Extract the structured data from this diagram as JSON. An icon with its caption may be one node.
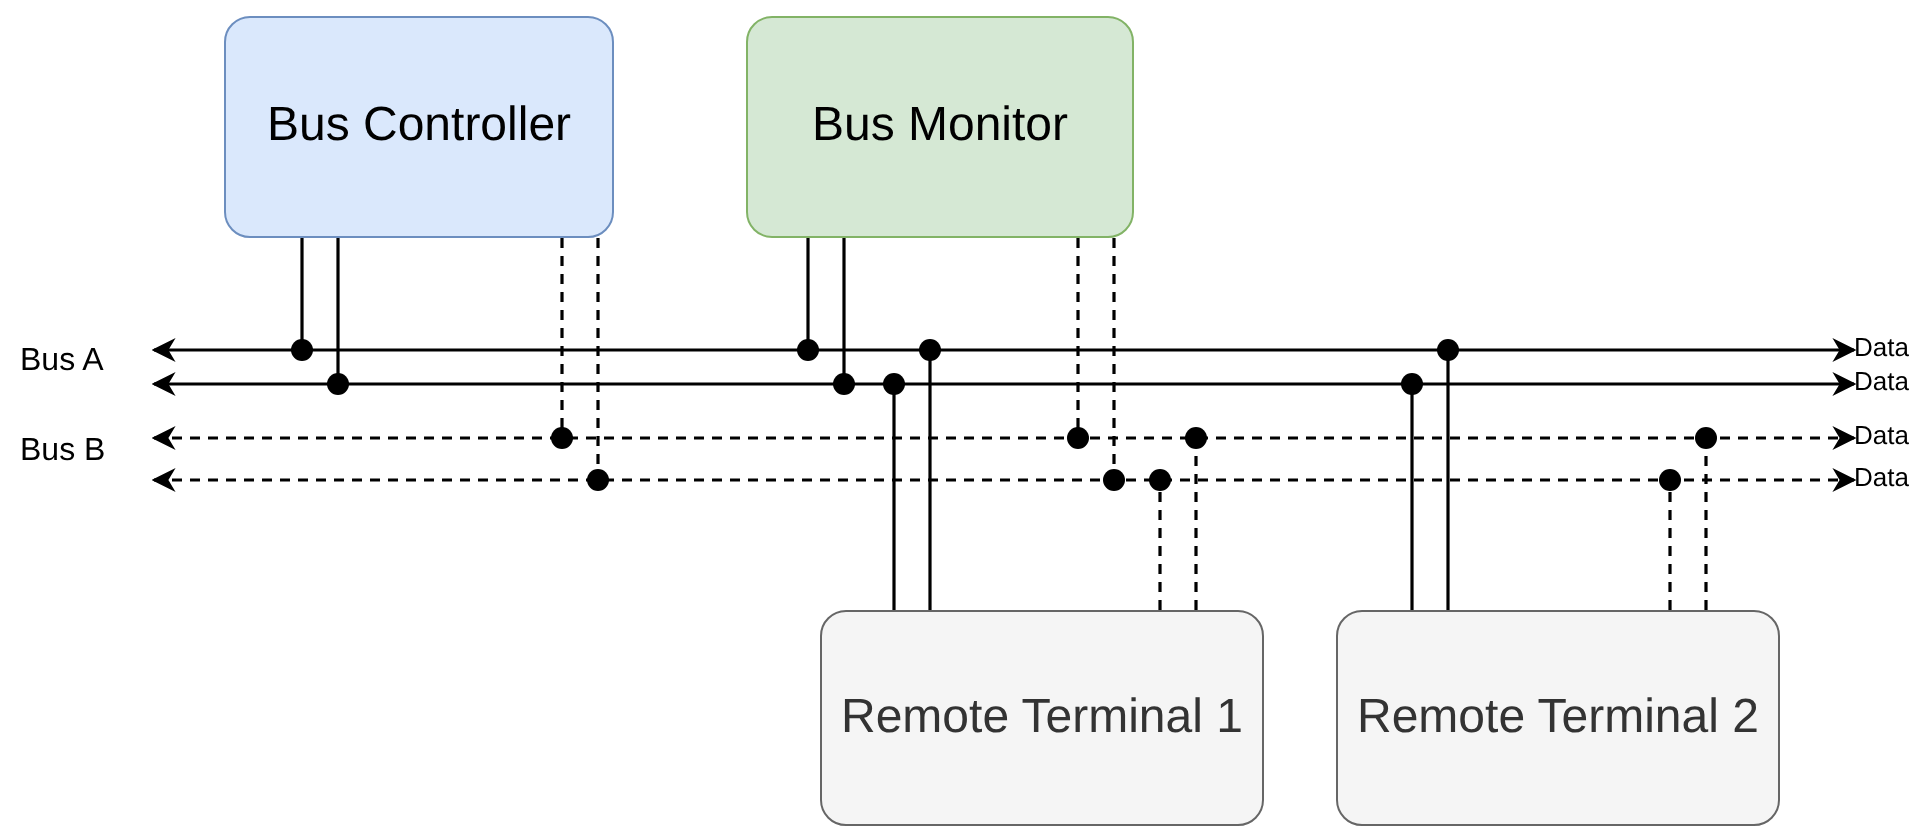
{
  "diagram": {
    "nodes": [
      {
        "text": [
          "Bus Controller"
        ]
      },
      {
        "text": [
          "Bus Monitor"
        ]
      },
      {
        "text": [],
        "shape": "bar",
        "beside": [
          "Data"
        ]
      },
      {
        "text": [],
        "shape": "bar",
        "beside": [
          "Data"
        ]
      },
      {
        "text": [],
        "shape": "bar",
        "beside": [
          "Data"
        ]
      },
      {
        "text": [],
        "shape": "bar",
        "beside": [
          "Data"
        ]
      },
      {
        "text": [
          "Remote Terminal 1"
        ]
      },
      {
        "text": [
          "Remote Terminal 2"
        ]
      }
    ],
    "edges": [
      {
        "from": 0,
        "to": 2,
        "arrow": "other"
      },
      {
        "from": 0,
        "to": 3,
        "arrow": "other"
      },
      {
        "from": 0,
        "to": 4,
        "arrow": "other",
        "style": "dashed"
      },
      {
        "from": 0,
        "to": 5,
        "arrow": "other",
        "style": "dashed"
      },
      {
        "from": 1,
        "to": 2,
        "arrow": "other"
      },
      {
        "from": 1,
        "to": 3,
        "arrow": "other"
      },
      {
        "from": 1,
        "to": 4,
        "arrow": "other",
        "style": "dashed"
      },
      {
        "from": 1,
        "to": 5,
        "arrow": "other",
        "style": "dashed"
      },
      {
        "from": 6,
        "to": 3,
        "arrow": "other"
      },
      {
        "from": 6,
        "to": 2,
        "arrow": "other"
      },
      {
        "from": 6,
        "to": 5,
        "arrow": "other",
        "style": "dashed"
      },
      {
        "from": 6,
        "to": 4,
        "arrow": "other",
        "style": "dashed"
      },
      {
        "from": 7,
        "to": 3,
        "arrow": "other"
      },
      {
        "from": 7,
        "to": 2,
        "arrow": "other"
      },
      {
        "from": 7,
        "to": 5,
        "arrow": "other",
        "style": "dashed"
      },
      {
        "from": 7,
        "to": 4,
        "arrow": "other",
        "style": "dashed"
      }
    ],
    "labels": [
      "Bus A",
      "Bus B"
    ]
  }
}
